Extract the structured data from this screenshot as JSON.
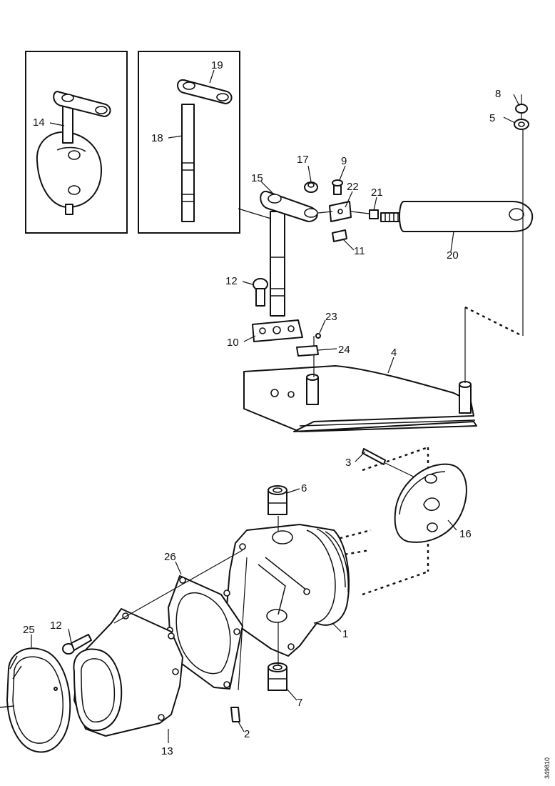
{
  "labels": {
    "p1": "1",
    "p2": "2",
    "p3": "3",
    "p4": "4",
    "p5": "5",
    "p6": "6",
    "p7": "7",
    "p8": "8",
    "p9": "9",
    "p10": "10",
    "p11": "11",
    "p12a": "12",
    "p12b": "12",
    "p13": "13",
    "p14": "14",
    "p15": "15",
    "p16": "16",
    "p17": "17",
    "p18": "18",
    "p19": "19",
    "p20": "20",
    "p21": "21",
    "p22": "22",
    "p23": "23",
    "p24": "24",
    "p25": "25",
    "p26": "26"
  },
  "drawing_code": "349810"
}
